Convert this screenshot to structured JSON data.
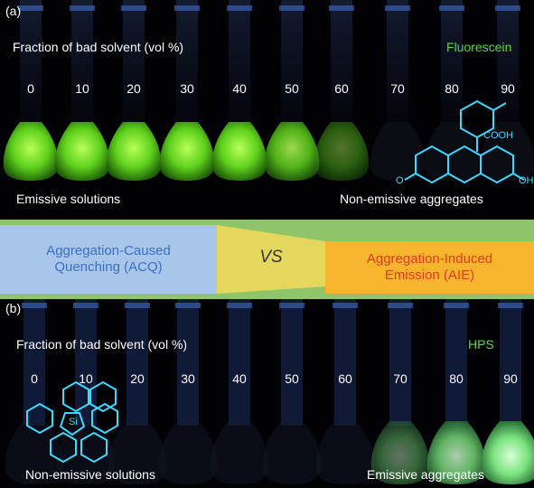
{
  "panel_a": {
    "label": "(a)",
    "axis_title": "Fraction of bad solvent (vol %)",
    "compound": "Fluorescein",
    "fractions": [
      "0",
      "10",
      "20",
      "30",
      "40",
      "50",
      "60",
      "70",
      "80",
      "90"
    ],
    "left_caption": "Emissive solutions",
    "right_caption": "Non-emissive aggregates",
    "structure_labels": {
      "acid": "COOH",
      "ketone": "O",
      "hydroxyl": "OH"
    }
  },
  "middle": {
    "left_box": [
      "Aggregation-Caused",
      "Quenching (ACQ)"
    ],
    "vs": "VS",
    "right_box": [
      "Aggregation-Induced",
      "Emission (AIE)"
    ]
  },
  "panel_b": {
    "label": "(b)",
    "axis_title": "Fraction of bad solvent (vol %)",
    "compound": "HPS",
    "fractions": [
      "0",
      "10",
      "20",
      "30",
      "40",
      "50",
      "60",
      "70",
      "80",
      "90"
    ],
    "left_caption": "Non-emissive solutions",
    "right_caption": "Emissive aggregates",
    "structure_labels": {
      "silicon": "Si"
    }
  },
  "colors": {
    "fluorescence": "#7df52a",
    "aie_glow": "#9cf7a8",
    "acq_box": "#a8c6ea",
    "aie_box": "#f7b52e",
    "vs_box": "#f2dc5a"
  }
}
